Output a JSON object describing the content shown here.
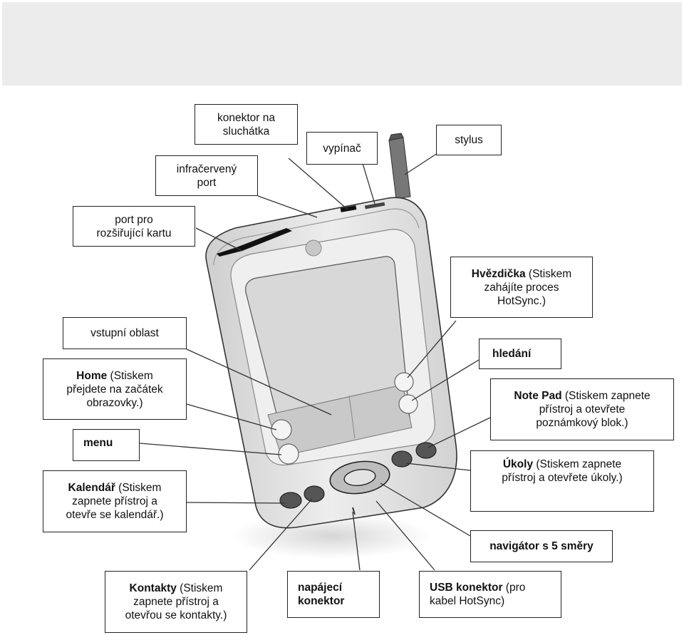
{
  "labels": {
    "headphone": {
      "lines": [
        "konektor na",
        "sluchátka"
      ]
    },
    "power": {
      "lines": [
        "vypínač"
      ]
    },
    "stylus": {
      "lines": [
        "stylus"
      ]
    },
    "infrared": {
      "lines": [
        "infračervený",
        "port"
      ]
    },
    "expansion": {
      "lines": [
        "port pro",
        "rozšiřující kartu"
      ]
    },
    "hotsync": {
      "bold": "Hvězdička",
      "lines": [
        " (Stiskem",
        "zahájíte proces",
        "HotSync.)"
      ]
    },
    "input_area": {
      "lines": [
        "vstupní oblast"
      ]
    },
    "home": {
      "bold": "Home",
      "lines": [
        " (Stiskem",
        "přejdete na začátek",
        "obrazovky.)"
      ]
    },
    "search": {
      "lines": [
        "hledání"
      ]
    },
    "notepad": {
      "bold": "Note Pad",
      "lines": [
        " (Stiskem zapnete",
        "přístroj a otevřete",
        "poznámkový blok.)"
      ]
    },
    "menu": {
      "lines": [
        "menu"
      ]
    },
    "tasks": {
      "bold": "Úkoly",
      "lines": [
        " (Stiskem zapnete",
        "přístroj a otevřete úkoly.)"
      ]
    },
    "calendar": {
      "bold": "Kalendář",
      "lines": [
        " (Stiskem",
        "zapnete přístroj a",
        "otevře se kalendář.)"
      ]
    },
    "navigator": {
      "lines": [
        "navigátor s 5 směry"
      ]
    },
    "contacts": {
      "bold": "Kontakty",
      "lines": [
        " (Stiskem",
        "zapnete přístroj a",
        "otevřou se kontakty.)"
      ]
    },
    "power_connector": {
      "lines": [
        "napájecí",
        "konektor"
      ]
    },
    "usb": {
      "bold": "USB konektor",
      "lines": [
        " (pro",
        "kabel HotSync)"
      ]
    }
  },
  "device": {
    "screen_color": "#d8d8d8",
    "body_color": "#e6e6e6",
    "button_color": "#bfbfbf"
  }
}
